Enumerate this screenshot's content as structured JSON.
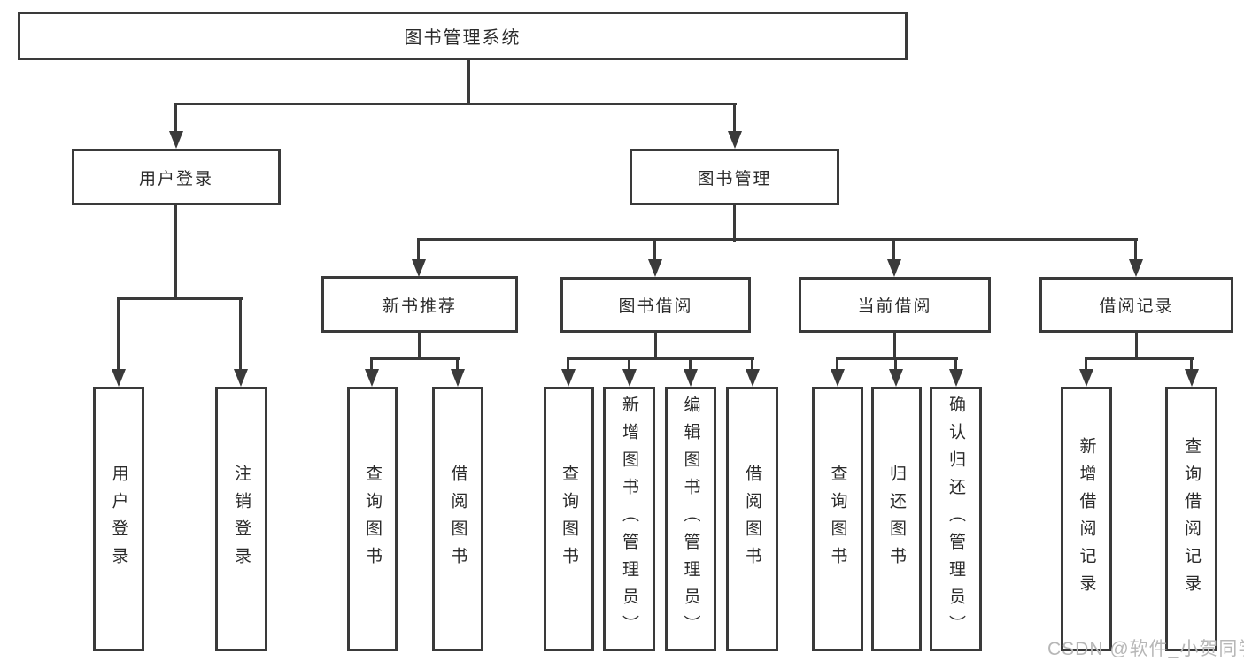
{
  "tree": {
    "root": {
      "label": "图书管理系统",
      "children": [
        {
          "label": "用户登录",
          "children": [
            {
              "label": "用户登录"
            },
            {
              "label": "注销登录"
            }
          ]
        },
        {
          "label": "图书管理",
          "children": [
            {
              "label": "新书推荐",
              "children": [
                {
                  "label": "查询图书"
                },
                {
                  "label": "借阅图书"
                }
              ]
            },
            {
              "label": "图书借阅",
              "children": [
                {
                  "label": "查询图书"
                },
                {
                  "label": "新增图书（管理员）"
                },
                {
                  "label": "编辑图书（管理员）"
                },
                {
                  "label": "借阅图书"
                }
              ]
            },
            {
              "label": "当前借阅",
              "children": [
                {
                  "label": "查询图书"
                },
                {
                  "label": "归还图书"
                },
                {
                  "label": "确认归还（管理员）"
                }
              ]
            },
            {
              "label": "借阅记录",
              "children": [
                {
                  "label": "新增借阅记录"
                },
                {
                  "label": "查询借阅记录"
                }
              ]
            }
          ]
        }
      ]
    }
  },
  "watermark": {
    "text": "CSDN @软件_小贺同学"
  },
  "colors": {
    "line": "#3a3a3a",
    "text": "#2b2b2b",
    "background": "#ffffff",
    "watermark": "#b7b7b7"
  }
}
